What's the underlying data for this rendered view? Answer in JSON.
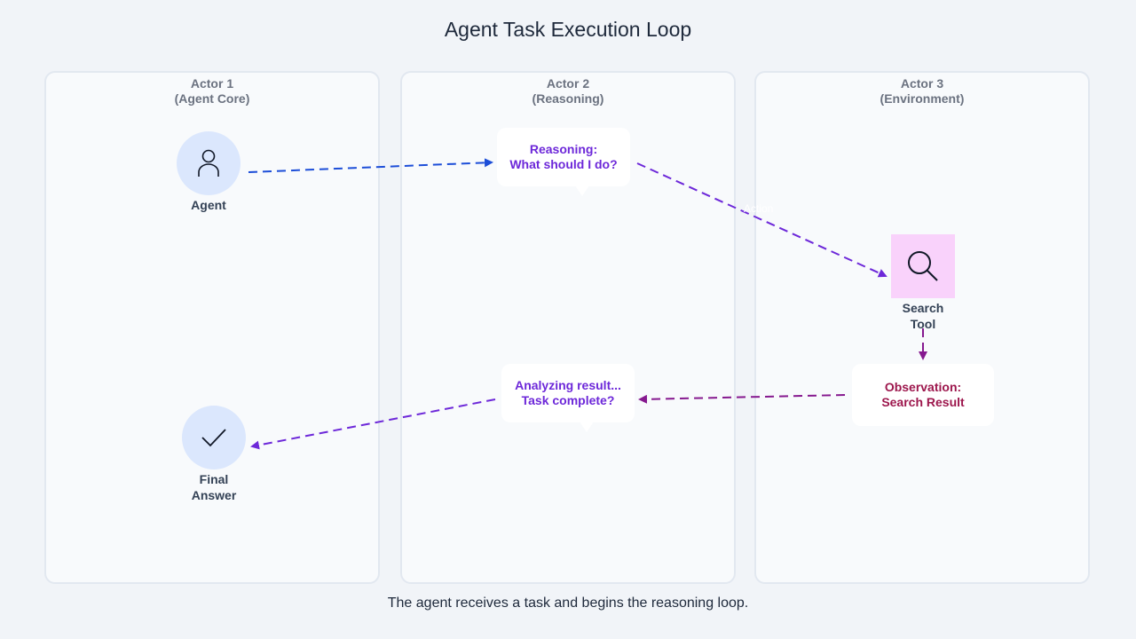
{
  "diagram": {
    "title": "Agent Task Execution Loop",
    "lanes": [
      {
        "line1": "Actor 1",
        "line2": "(Agent Core)"
      },
      {
        "line1": "Actor 2",
        "line2": "(Reasoning)"
      },
      {
        "line1": "Actor 3",
        "line2": "(Environment)"
      }
    ],
    "nodes": {
      "agent": {
        "label": "Agent",
        "icon": "user-icon"
      },
      "final": {
        "line1": "Final",
        "line2": "Answer",
        "icon": "checkmark-icon"
      },
      "tool": {
        "line1": "Search",
        "line2": "Tool",
        "icon": "magnifier-icon"
      }
    },
    "bubbles": {
      "reasoning": {
        "line1": "Reasoning:",
        "line2": "What should I do?"
      },
      "analyzing": {
        "line1": "Analyzing result...",
        "line2": "Task complete?"
      },
      "observation": {
        "line1": "Observation:",
        "line2": "Search Result"
      }
    },
    "edge_label": "Action",
    "status": "The agent receives a task and begins the reasoning loop.",
    "colors": {
      "blue_arrow": "#1d4ed8",
      "purple_arrow": "#6d28d9",
      "magenta_arrow": "#86198f",
      "node_fill": "#dbe7fd",
      "tool_fill": "#f9d2fb"
    }
  }
}
